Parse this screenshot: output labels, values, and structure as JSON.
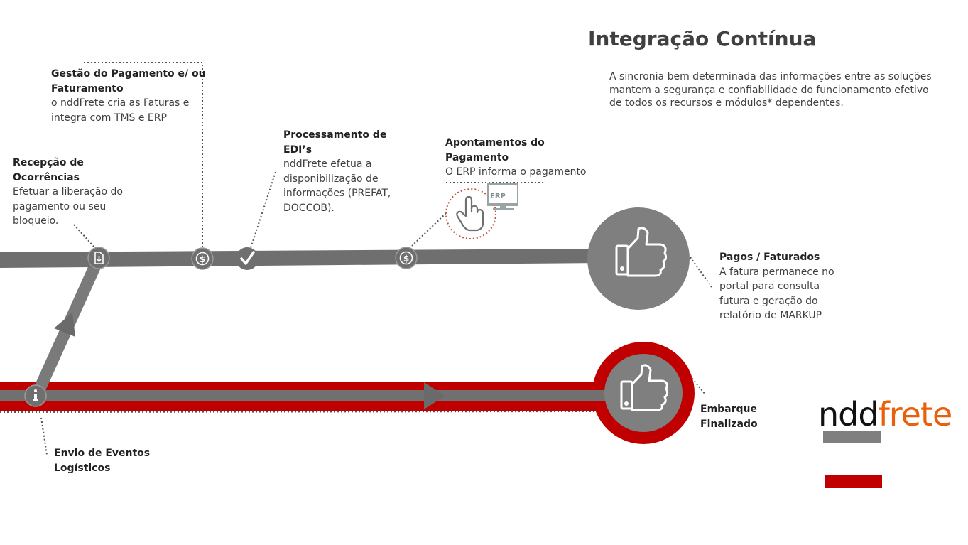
{
  "header": {
    "title": "Integração Contínua",
    "subtitle": "A sincronia bem determinada das informações entre as soluções mantem a segurança e confiabilidade do funcionamento efetivo de todos os recursos e módulos* dependentes."
  },
  "callouts": {
    "gestao": {
      "title": "Gestão do Pagamento e/ ou Faturamento",
      "text": "o nddFrete cria as Faturas e integra com TMS e ERP"
    },
    "recepcao": {
      "title": "Recepção de Ocorrências",
      "text": "Efetuar a liberação do pagamento ou seu bloqueio."
    },
    "edi": {
      "title": "Processamento de EDI’s",
      "text": "nddFrete efetua a disponibilização de informações (PREFAT, DOCCOB)."
    },
    "apontamentos": {
      "title": "Apontamentos do Pagamento",
      "text": "O ERP informa o pagamento"
    },
    "pagos": {
      "title": "Pagos / Faturados",
      "text": "A fatura permanece no portal para consulta futura e geração do relatório de MARKUP"
    },
    "embarque": {
      "title": "Embarque Finalizado"
    },
    "envio": {
      "title": "Envio de Eventos Logísticos"
    }
  },
  "erp_icon_label": "ERP",
  "icons": {
    "dollar": "dollar-icon",
    "check": "check-icon",
    "info": "info-icon",
    "document": "document-icon",
    "thumbs_up": "thumbs-up-icon",
    "hand_pointer": "hand-pointer-icon",
    "monitor": "monitor-icon"
  },
  "logo": {
    "part1": "ndd",
    "part2": "frete"
  },
  "colors": {
    "track_gray": "#6f6f6f",
    "track_red": "#c00000",
    "circle_gray": "#7f7f7f",
    "brand_orange": "#e8600a",
    "text": "#404040"
  }
}
